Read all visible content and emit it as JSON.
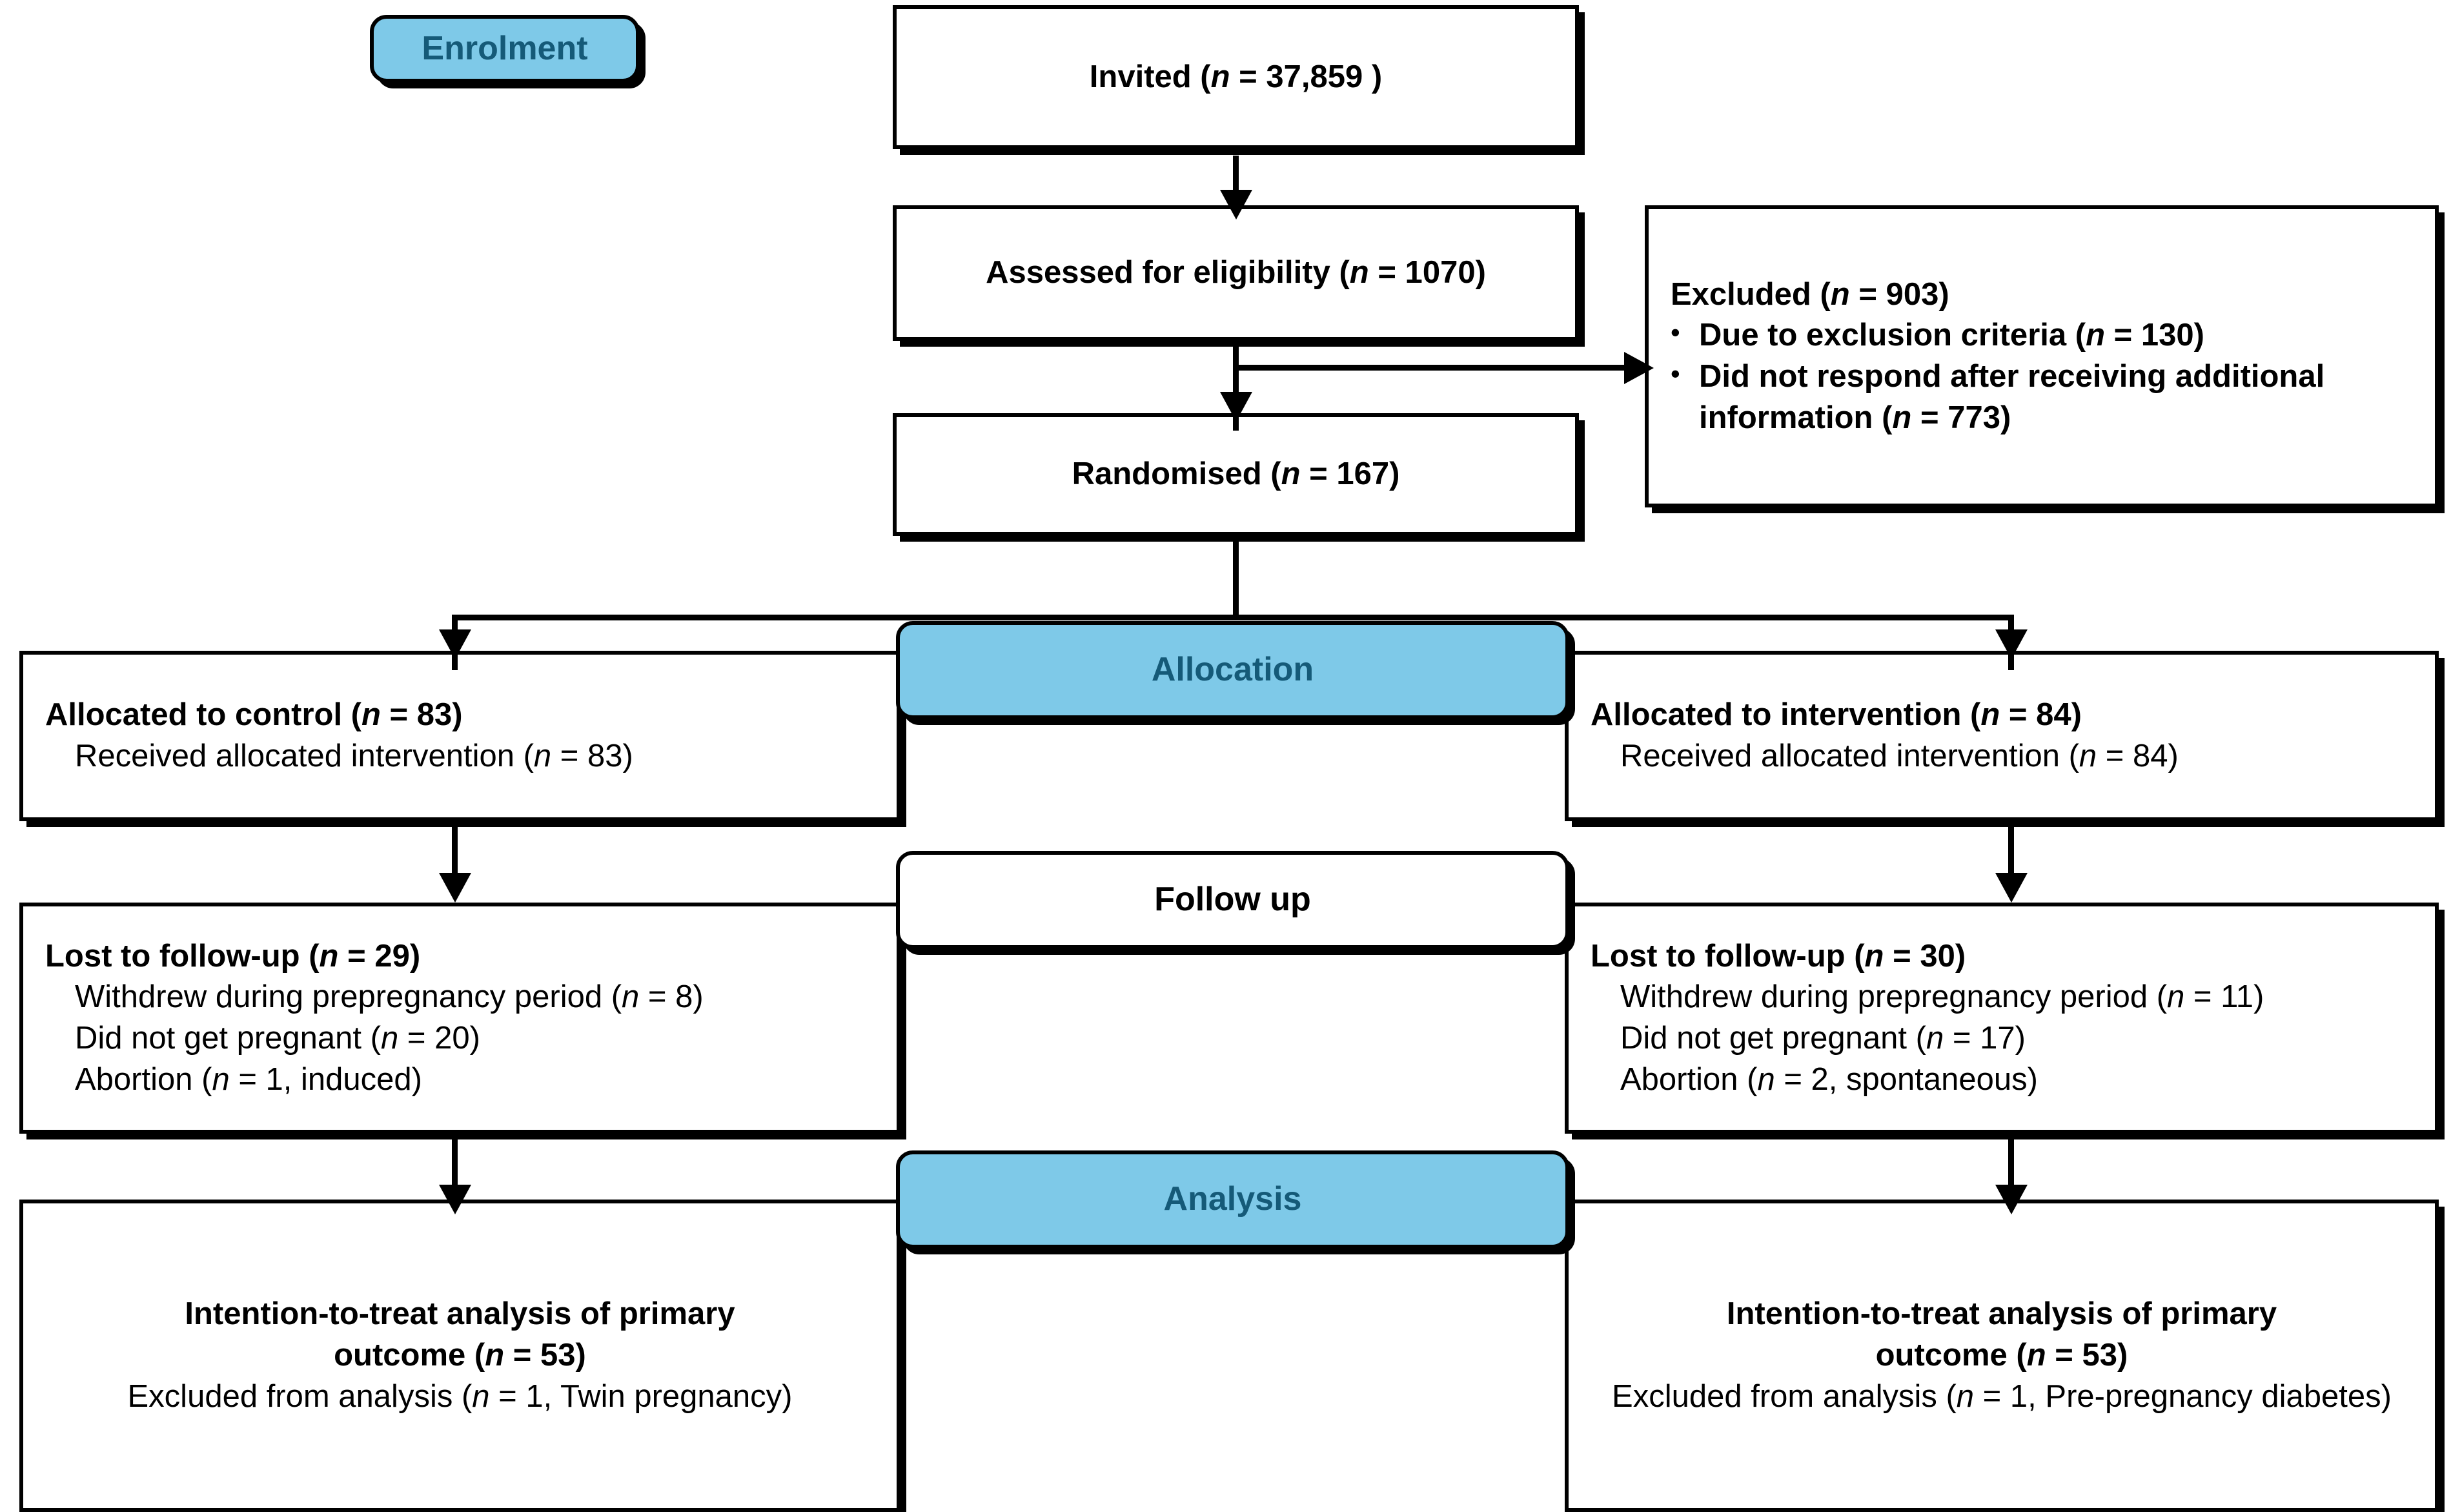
{
  "diagram": {
    "title": "CONSORT participant flow diagram",
    "colors": {
      "badge_fill": "#7ec9e8",
      "badge_text": "#155a78",
      "line": "#000000",
      "box_fill": "#ffffff"
    }
  },
  "stages": {
    "enrolment": "Enrolment",
    "allocation": "Allocation",
    "follow_up": "Follow up",
    "analysis": "Analysis"
  },
  "enrolment": {
    "invited": {
      "label": "Invited (",
      "n_italic": "n",
      "n_value": " = 37,859 )"
    },
    "invited_text": "Invited (n = 37,859 )",
    "assessed": {
      "label": "Assessed for eligibility (",
      "n_value": " = 1070)"
    },
    "assessed_text": "Assessed for eligibility (n = 1070)",
    "randomised": {
      "label": "Randomised (",
      "n_value": " = 167)"
    },
    "randomised_text": "Randomised (n = 167)"
  },
  "excluded": {
    "heading_pre": "Excluded (",
    "heading_post": " = 903)",
    "items": [
      {
        "pre": "Due to exclusion criteria (",
        "post": " = 130)"
      },
      {
        "pre": "Did not respond after receiving additional information (",
        "post": " = 773)"
      }
    ]
  },
  "control_arm": {
    "allocation": {
      "heading_pre": "Allocated to control (",
      "heading_post": " = 83)",
      "detail_pre": "Received allocated intervention (",
      "detail_post": " = 83)"
    },
    "follow_up": {
      "heading_pre": "Lost to follow-up (",
      "heading_post": " = 29)",
      "items": [
        {
          "pre": "Withdrew during prepregnancy period (",
          "post": " = 8)"
        },
        {
          "pre": "Did not get pregnant (",
          "post": " = 20)"
        },
        {
          "pre": "Abortion (",
          "post": " = 1, induced)"
        }
      ]
    },
    "analysis": {
      "heading_line1": "Intention-to-treat analysis of primary",
      "heading_line2_pre": "outcome (",
      "heading_line2_post": " = 53)",
      "detail_pre": "Excluded from analysis (",
      "detail_post": " = 1, Twin pregnancy)"
    }
  },
  "intervention_arm": {
    "allocation": {
      "heading_pre": "Allocated to intervention (",
      "heading_post": " = 84)",
      "detail_pre": "Received allocated intervention (",
      "detail_post": " = 84)"
    },
    "follow_up": {
      "heading_pre": "Lost to follow-up (",
      "heading_post": " = 30)",
      "items": [
        {
          "pre": "Withdrew during prepregnancy period (",
          "post": " = 11)"
        },
        {
          "pre": "Did not get pregnant (",
          "post": " = 17)"
        },
        {
          "pre": "Abortion (",
          "post": " = 2, spontaneous)"
        }
      ]
    },
    "analysis": {
      "heading_line1": "Intention-to-treat analysis of primary",
      "heading_line2_pre": "outcome (",
      "heading_line2_post": " = 53)",
      "detail_pre": "Excluded from analysis (",
      "detail_post": " = 1, Pre-pregnancy diabetes)"
    }
  },
  "symbols": {
    "n": "n",
    "bullet": "•"
  }
}
